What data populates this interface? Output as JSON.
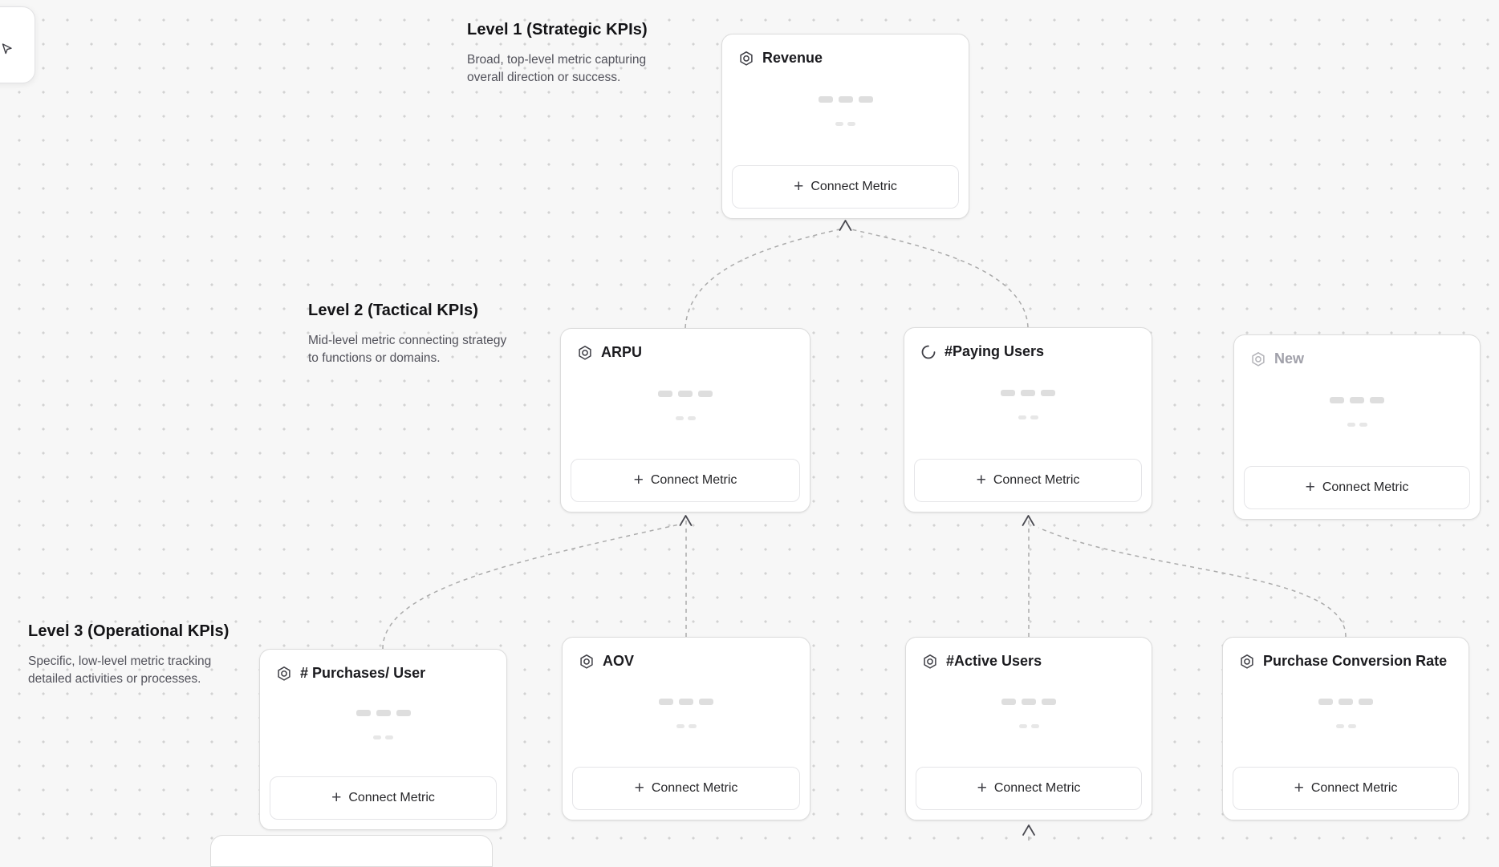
{
  "colors": {
    "canvas_bg": "#f7f7f7",
    "dot": "#d2d2d2",
    "card_bg": "#ffffff",
    "card_border": "#dcdcdc",
    "text": "#1b1b1f",
    "muted_text": "#52525b",
    "edge": "#ababab",
    "draft_text": "#a1a1aa"
  },
  "icons": {
    "metric": "hexagon-ring",
    "spinner": "loading-arc",
    "plus": "+",
    "cursor": "pointer-arrow"
  },
  "levels": [
    {
      "title": "Level 1 (Strategic KPIs)",
      "description": "Broad, top-level metric capturing overall direction or success."
    },
    {
      "title": "Level 2 (Tactical KPIs)",
      "description": "Mid-level metric connecting strategy to functions or domains."
    },
    {
      "title": "Level 3 (Operational KPIs)",
      "description": "Specific, low-level metric tracking detailed activities or processes."
    }
  ],
  "nodes": [
    {
      "id": "revenue",
      "title": "Revenue",
      "icon": "metric",
      "level": 1,
      "state": "ready",
      "button_label": "Connect Metric"
    },
    {
      "id": "arpu",
      "title": "ARPU",
      "icon": "metric",
      "level": 2,
      "state": "ready",
      "button_label": "Connect Metric"
    },
    {
      "id": "paying-users",
      "title": "#Paying Users",
      "icon": "spinner",
      "level": 2,
      "state": "loading",
      "button_label": "Connect Metric"
    },
    {
      "id": "new",
      "title": "New",
      "icon": "metric",
      "level": 2,
      "state": "draft",
      "button_label": "Connect Metric"
    },
    {
      "id": "purchases-per-user",
      "title": "# Purchases/ User",
      "icon": "metric",
      "level": 3,
      "state": "ready",
      "button_label": "Connect Metric"
    },
    {
      "id": "aov",
      "title": "AOV",
      "icon": "metric",
      "level": 3,
      "state": "ready",
      "button_label": "Connect Metric"
    },
    {
      "id": "active-users",
      "title": "#Active Users",
      "icon": "metric",
      "level": 3,
      "state": "ready",
      "button_label": "Connect Metric"
    },
    {
      "id": "purchase-conversion-rate",
      "title": "Purchase Conversion Rate",
      "icon": "metric",
      "level": 3,
      "state": "ready",
      "button_label": "Connect Metric"
    }
  ],
  "edges": [
    {
      "from": "arpu",
      "to": "revenue"
    },
    {
      "from": "paying-users",
      "to": "revenue"
    },
    {
      "from": "aov",
      "to": "arpu"
    },
    {
      "from": "purchases-per-user",
      "to": "arpu"
    },
    {
      "from": "active-users",
      "to": "paying-users"
    },
    {
      "from": "purchase-conversion-rate",
      "to": "paying-users"
    },
    {
      "from": "(offscreen-node)",
      "to": "active-users"
    }
  ]
}
